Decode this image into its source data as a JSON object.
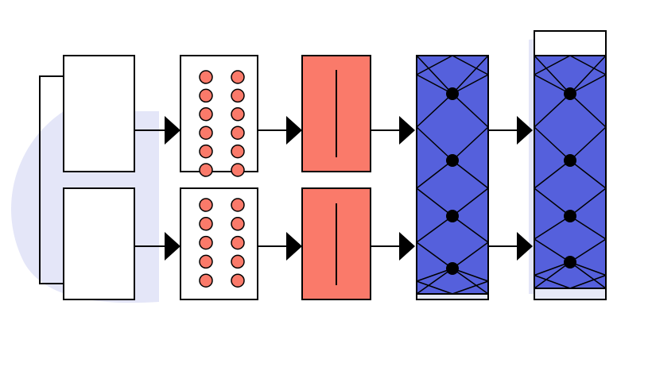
{
  "diagram": {
    "colors": {
      "background": "#ffffff",
      "halo": "#e4e6f8",
      "stroke": "#000000",
      "salmon": "#fa7a6a",
      "blue": "#5560dc",
      "lightblue": "#e8eaf8",
      "dot": "#000000"
    },
    "rows": [
      {
        "name": "top",
        "dot_count": 12,
        "cross_dot_count": 4
      },
      {
        "name": "bottom",
        "dot_count": 10,
        "cross_dot_count": 4
      }
    ],
    "stages": [
      {
        "name": "input-box"
      },
      {
        "name": "dot-grid"
      },
      {
        "name": "salmon-block"
      },
      {
        "name": "blue-column-1"
      },
      {
        "name": "blue-column-2"
      }
    ]
  }
}
